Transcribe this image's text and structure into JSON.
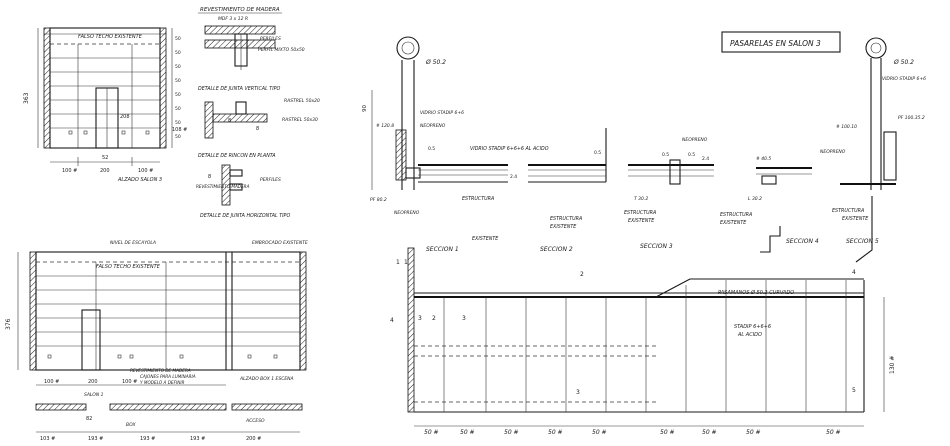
{
  "sheet_title": "PASARELAS EN SALON 3",
  "elevation_top_left": {
    "ceiling_label": "FALSO TECHO EXISTENTE",
    "height_dim": "363",
    "dims_bottom": [
      "100 #",
      "200",
      "100 #"
    ],
    "dim_center": "52",
    "right_dims": [
      "50",
      "50",
      "50",
      "50",
      "50",
      "50",
      "50",
      "50"
    ],
    "dim_108": "108 #",
    "dim_208": "208",
    "caption": "ALZADO SALON 3"
  },
  "details": {
    "title": "REVESTIMIENTO DE MADERA",
    "note_top": "MDF 3 x 12 R",
    "labels": [
      "PERFILES",
      "PERFIL MIXTO 50x50",
      "RASTREL 50x20",
      "RASTREL 50x30",
      "REVESTIMIENTO MADERA",
      "PERFILES"
    ],
    "captions": [
      "DETALLE DE JUNTA VERTICAL TIPO",
      "DETALLE DE RINCON EN PLANTA",
      "DETALLE DE JUNTA HORIZONTAL TIPO"
    ],
    "marks": [
      "8",
      "8",
      "8"
    ]
  },
  "elevation_bottom_left": {
    "top_label": "NIVEL DE ESCAYOLA",
    "ceiling_label": "FALSO TECHO EXISTENTE",
    "right_label": "EMBROCADO EXISTENTE",
    "height_dim": "376",
    "notes": [
      "REVESTIMIENTO DE MADERA",
      "CAJONES PARA LUMINARIA",
      "Y MODELO A DEFINIR"
    ],
    "right_note": "ALZADO BOX 1 ESCENA",
    "plan_dims": [
      "100 #",
      "200",
      "100 #"
    ],
    "plan_labels": [
      "SALON 1",
      "BOX",
      "ACCESO"
    ],
    "plan_dims2": [
      "103 #",
      "193 #",
      "193 #",
      "193 #",
      "200 #"
    ],
    "dim_82": "82"
  },
  "sections": {
    "top_circle_label": "Ø 50.2",
    "right_circle_label": "Ø 50.2",
    "labels": {
      "vidrio_left": "VIDRIO STADIP 6+6",
      "neopreno_left": "NEOPRENO",
      "tube_left": "# 120.8",
      "vidrio_mid": "VIDRIO STADIP 6+6+6 AL ACIDO",
      "dim_05a": "0.5",
      "dim_05b": "0.5",
      "dim_24a": "2.4",
      "pf": "PF 80.2",
      "neopreno_bottom": "NEOPRENO",
      "estructura": [
        "ESTRUCTURA",
        "EXISTENTE"
      ],
      "estructura2": [
        "ESTRUCTURA",
        "EXISTENTE"
      ],
      "neopreno3": "NEOPRENO",
      "t302": "T 30.2",
      "estructura3": [
        "ESTRUCTURA",
        "EXISTENTE"
      ],
      "dim_24b": "2.4",
      "dim_05c": "0.5",
      "dim_05d": "0.5",
      "tube4": "# 40.5",
      "l302": "L 30.2",
      "estructura4": [
        "ESTRUCTURA",
        "EXISTENTE"
      ],
      "vidrio_right": "VIDRIO STADIP 6+6",
      "tube5": "# 100.10",
      "pf5": "PF 100.35.2",
      "neopreno5": "NEOPRENO",
      "estructura5": [
        "ESTRUCTURA",
        "EXISTENTE"
      ],
      "dim_90": "90"
    },
    "titles": [
      "SECCION 1",
      "SECCION 2",
      "SECCION 3",
      "SECCION 4",
      "SECCION 5"
    ]
  },
  "railing_elevation": {
    "pasamanos": "PASAMANOS Ø 50.2 CURVADO",
    "stadip": [
      "STADIP 6+6+6",
      "AL ACIDO"
    ],
    "height_dim": "130 #",
    "section_marks": [
      "1",
      "2",
      "3",
      "4",
      "5",
      "4",
      "3",
      "3",
      "2",
      "1"
    ],
    "bottom_dims": [
      "50 #",
      "50 #",
      "50 #",
      "50 #",
      "50 #",
      "50 #",
      "50 #",
      "50 #",
      "50 #"
    ]
  }
}
